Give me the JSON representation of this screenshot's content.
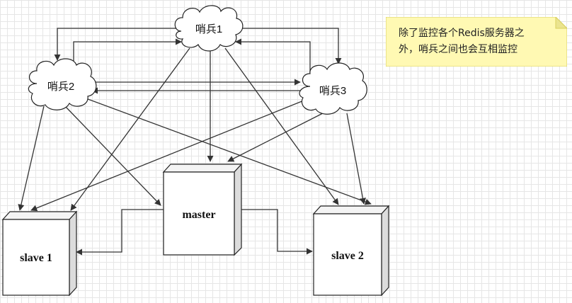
{
  "nodes": {
    "sentinel1": "哨兵1",
    "sentinel2": "哨兵2",
    "sentinel3": "哨兵3",
    "master": "master",
    "slave1": "slave 1",
    "slave2": "slave 2"
  },
  "note": {
    "line1": "除了监控各个Redis服务器之",
    "line2": "外，哨兵之间也会互相监控"
  },
  "colors": {
    "note_fill": "#fff9b3",
    "note_fold": "#ebe48f",
    "line": "#333333"
  }
}
